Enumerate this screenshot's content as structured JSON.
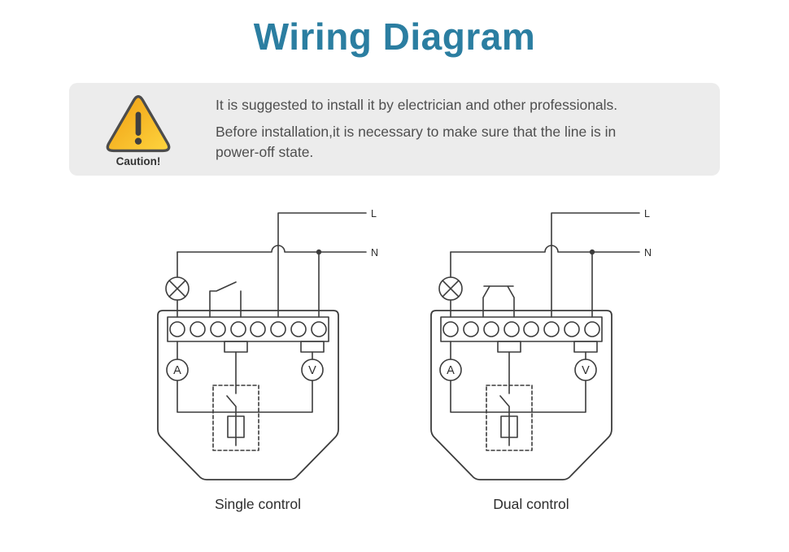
{
  "page": {
    "title": "Wiring Diagram"
  },
  "caution": {
    "label": "Caution!",
    "line1": "It is suggested to install it by electrician and other professionals.",
    "line2": "Before installation,it is necessary to make sure that the line is in power-off state."
  },
  "labels": {
    "live": "L",
    "neutral": "N",
    "ammeter": "A",
    "voltmeter": "V"
  },
  "diagrams": {
    "single": {
      "caption": "Single control"
    },
    "dual": {
      "caption": "Dual control"
    }
  },
  "icons": {
    "warning": "warning-triangle-icon"
  },
  "colors": {
    "title_color": "#2b7ea1",
    "caution_bg": "#ececec",
    "wire": "#3c3c3c",
    "warning_fill_start": "#f09d11",
    "warning_fill_end": "#fdd53f"
  }
}
